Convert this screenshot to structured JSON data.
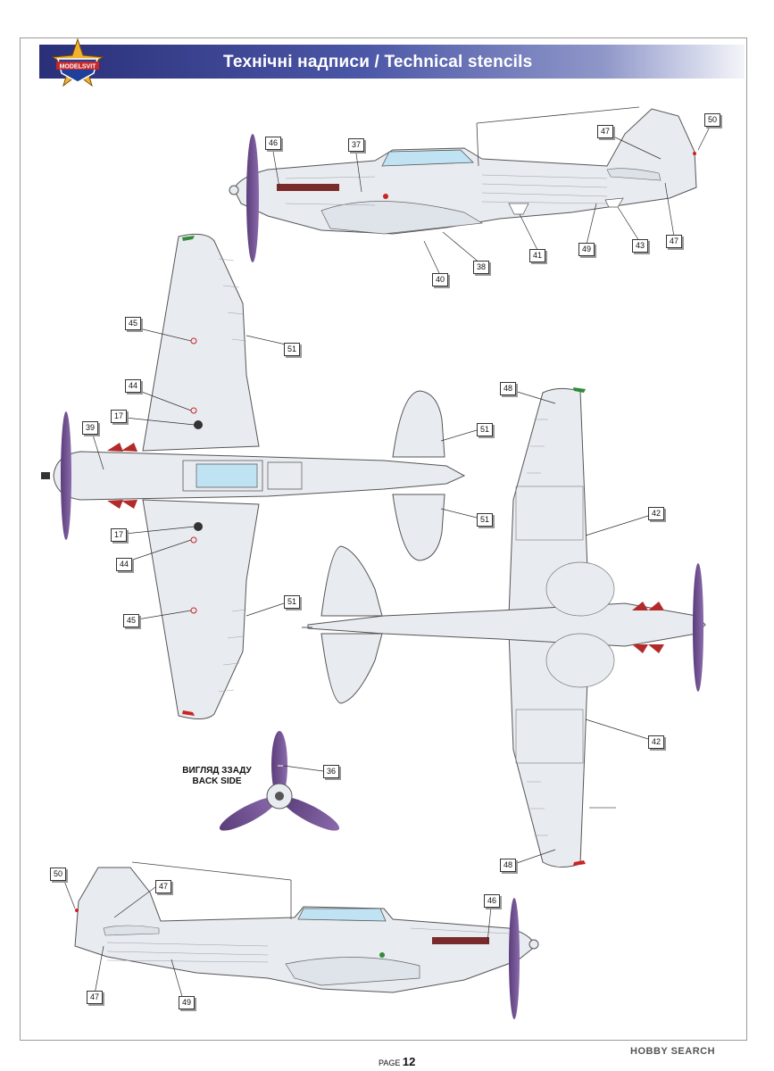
{
  "header": {
    "title": "Технічні  надписи / Technical stencils",
    "logo_text": "MODELSVIT"
  },
  "back_view_label": {
    "line1": "ВИГЛЯД ЗЗАДУ",
    "line2": "BACK SIDE"
  },
  "footer": {
    "page_prefix": "PAGE",
    "page_number": "12",
    "watermark": "HOBBY SEARCH"
  },
  "colors": {
    "banner_dark": "#2a2f78",
    "aircraft_fill": "#e8ebf0",
    "canopy": "#bfe3f2",
    "propeller": "#6b4c8c",
    "nav_red": "#cc2222",
    "nav_green": "#2f8a3a"
  },
  "callouts": {
    "c46a": "46",
    "c37": "37",
    "c47a": "47",
    "c50a": "50",
    "c47b": "47",
    "c43": "43",
    "c49a": "49",
    "c41": "41",
    "c38": "38",
    "c40": "40",
    "c45a": "45",
    "c51a": "51",
    "c44a": "44",
    "c17a": "17",
    "c39": "39",
    "c17b": "17",
    "c44b": "44",
    "c45b": "45",
    "c51b": "51",
    "c51c": "51",
    "c51d": "51",
    "c48a": "48",
    "c42a": "42",
    "c42b": "42",
    "c48b": "48",
    "c36": "36",
    "c50b": "50",
    "c47c": "47",
    "c47d": "47",
    "c49b": "49",
    "c46b": "46"
  }
}
